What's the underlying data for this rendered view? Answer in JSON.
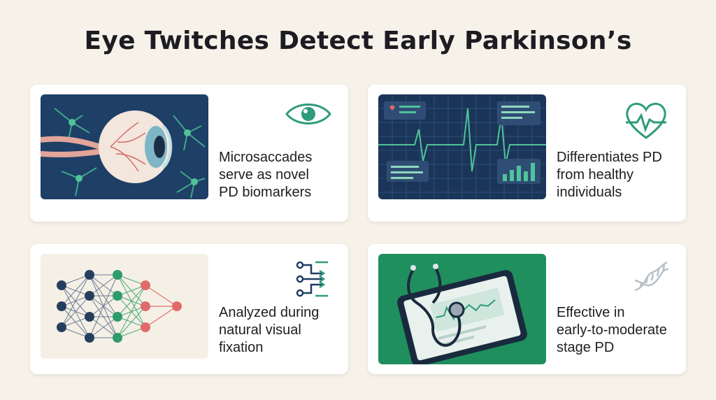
{
  "title": "Eye Twitches Detect Early Parkinson’s",
  "colors": {
    "background": "#f6f2ea",
    "teal": "#2e9b7a",
    "navy": "#1f3d66",
    "accent_red": "#e06a6a"
  },
  "cards": [
    {
      "icon": "eye-icon",
      "illustration": "eye-neurons-illustration",
      "lines": [
        "Microsaccades",
        "serve as novel",
        "PD biomarkers"
      ]
    },
    {
      "icon": "heart-pulse-icon",
      "illustration": "ecg-monitor-illustration",
      "lines": [
        "Differentiates PD",
        "from healthy",
        "individuals"
      ]
    },
    {
      "icon": "circuit-arrows-icon",
      "illustration": "neural-network-illustration",
      "lines": [
        "Analyzed during",
        "natural visual",
        "fixation"
      ]
    },
    {
      "icon": "dna-icon",
      "illustration": "stethoscope-tablet-illustration",
      "lines": [
        "Effective in",
        "early-to-moderate",
        "stage PD"
      ]
    }
  ]
}
